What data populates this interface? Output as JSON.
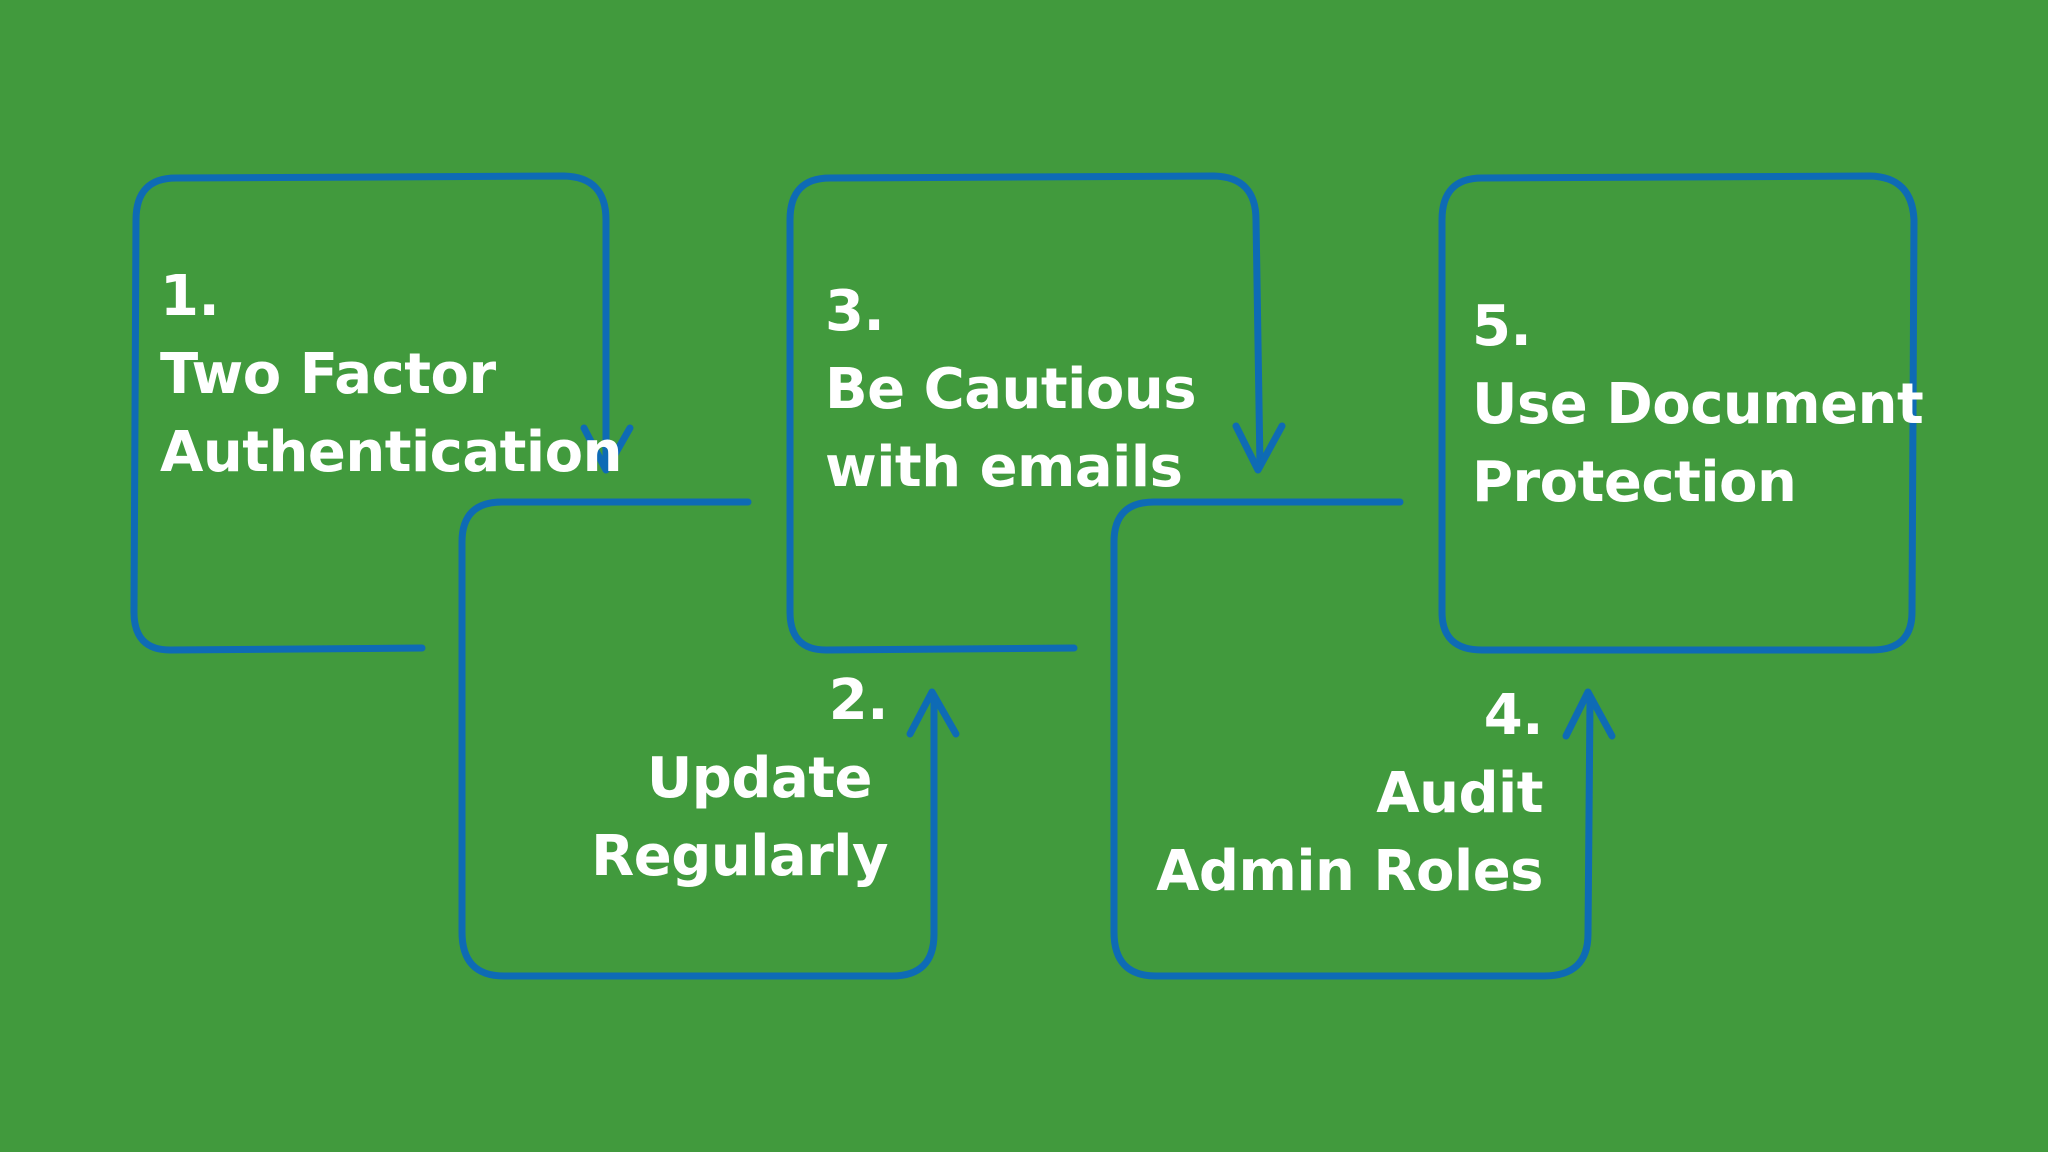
{
  "colors": {
    "background": "#419a3d",
    "line": "#0e6bb5",
    "text": "#ffffff"
  },
  "steps": [
    {
      "number": "1.",
      "lines": [
        "Two Factor",
        "Authentication"
      ]
    },
    {
      "number": "2.",
      "lines": [
        "Update",
        "Regularly"
      ]
    },
    {
      "number": "3.",
      "lines": [
        "Be Cautious",
        "with emails"
      ]
    },
    {
      "number": "4.",
      "lines": [
        "Audit",
        "Admin Roles"
      ]
    },
    {
      "number": "5.",
      "lines": [
        "Use Document",
        "Protection"
      ]
    }
  ]
}
